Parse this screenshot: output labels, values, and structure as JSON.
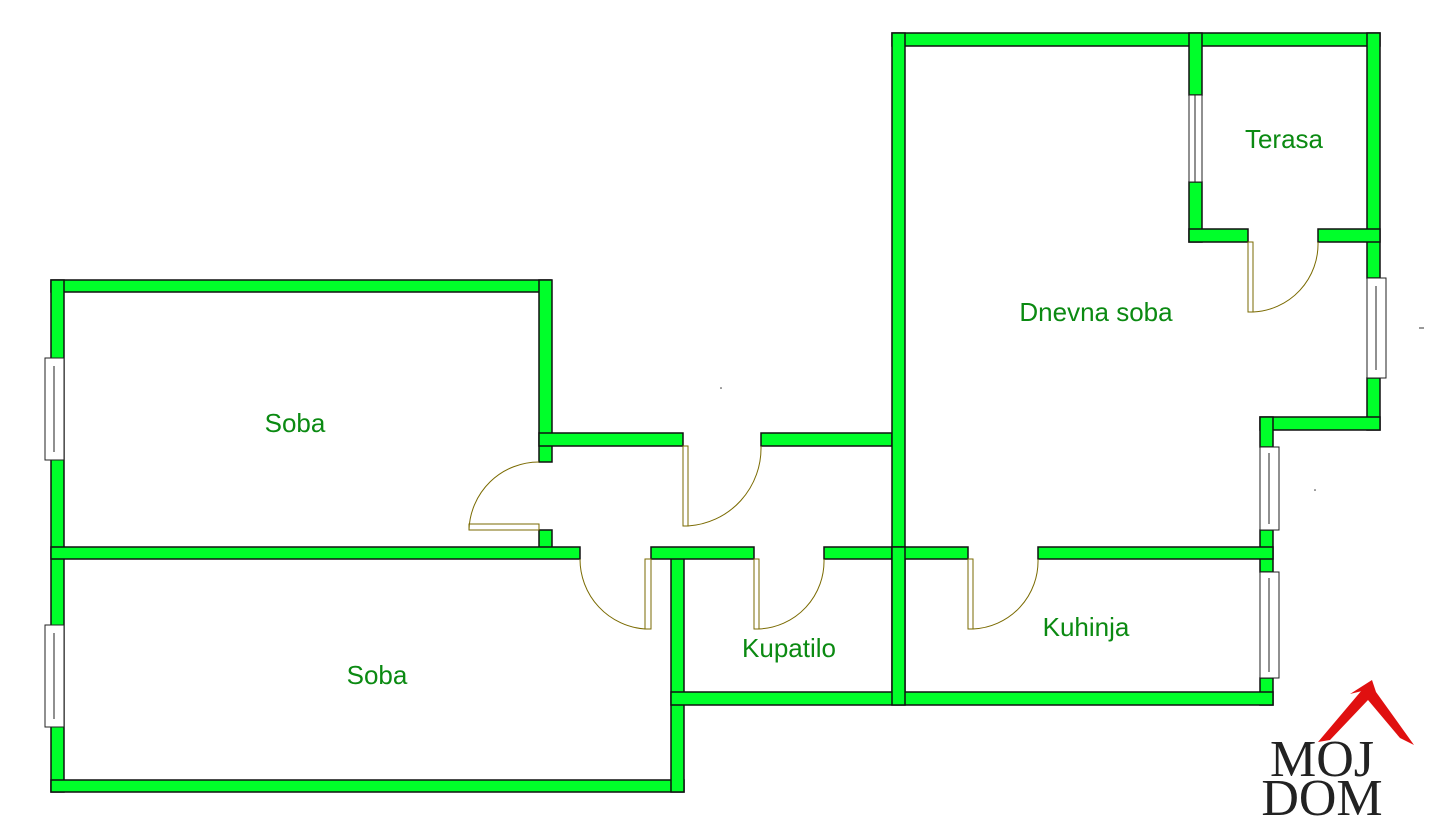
{
  "plan": {
    "rooms": [
      {
        "id": "soba-1",
        "label": "Soba"
      },
      {
        "id": "soba-2",
        "label": "Soba"
      },
      {
        "id": "dnevna-soba",
        "label": "Dnevna soba"
      },
      {
        "id": "terasa",
        "label": "Terasa"
      },
      {
        "id": "kupatilo",
        "label": "Kupatilo"
      },
      {
        "id": "kuhinja",
        "label": "Kuhinja"
      }
    ],
    "colors": {
      "wall": "#00ff2a",
      "label": "#0b8a12",
      "door": "#7a6a00",
      "logo_red": "#e01010",
      "logo_dark": "#222222"
    }
  },
  "logo": {
    "line1": "MOJ",
    "line2": "DOM"
  }
}
